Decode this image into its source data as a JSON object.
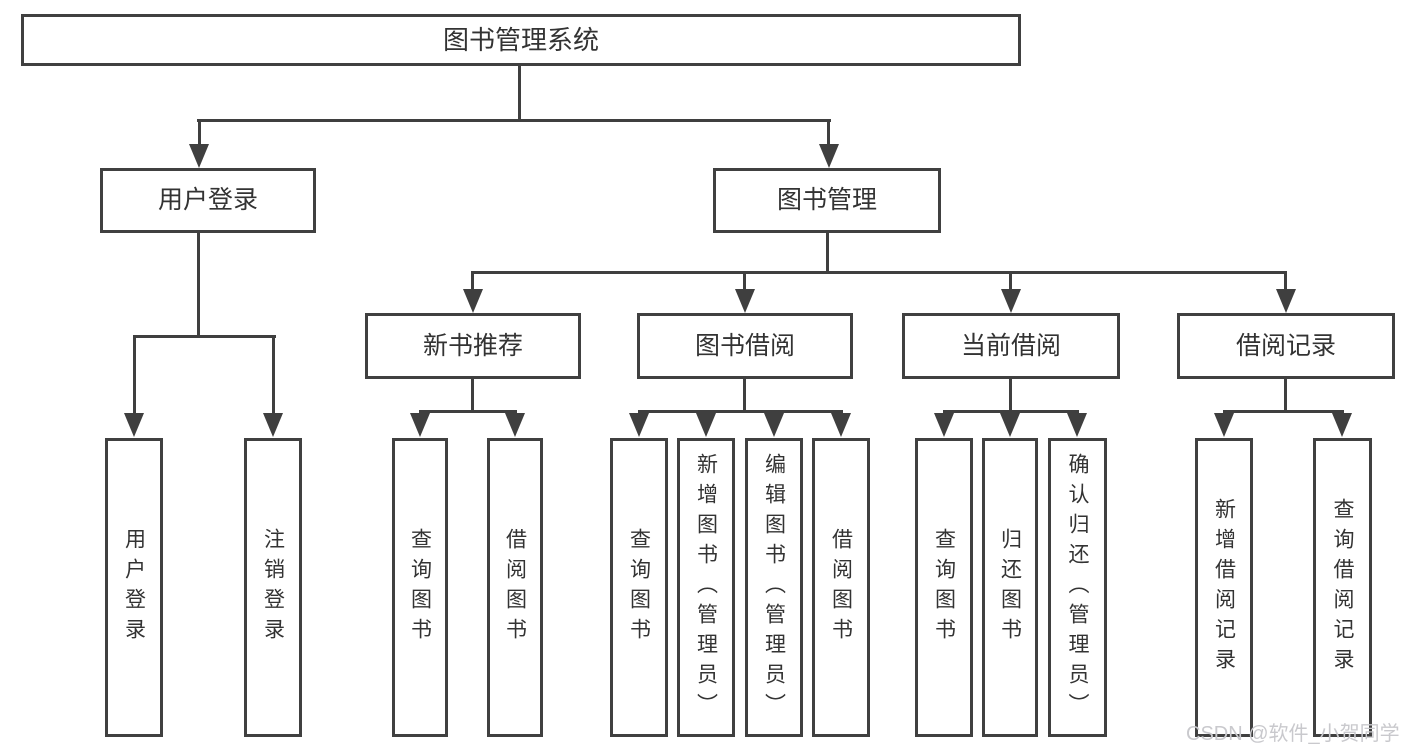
{
  "nodes": {
    "root": {
      "label": "图书管理系统"
    },
    "user_login": {
      "label": "用户登录"
    },
    "book_mgmt": {
      "label": "图书管理"
    },
    "new_book_rec": {
      "label": "新书推荐"
    },
    "book_borrow": {
      "label": "图书借阅"
    },
    "current_borrow": {
      "label": "当前借阅"
    },
    "borrow_record": {
      "label": "借阅记录"
    },
    "leaf_user_login": {
      "label": "用户登录"
    },
    "leaf_logout": {
      "label": "注销登录"
    },
    "leaf_nb_query": {
      "label": "查询图书"
    },
    "leaf_nb_borrow": {
      "label": "借阅图书"
    },
    "leaf_bb_query": {
      "label": "查询图书"
    },
    "leaf_bb_add": {
      "label": "新增图书（管理员）"
    },
    "leaf_bb_edit": {
      "label": "编辑图书（管理员）"
    },
    "leaf_bb_borrow": {
      "label": "借阅图书"
    },
    "leaf_cb_query": {
      "label": "查询图书"
    },
    "leaf_cb_return": {
      "label": "归还图书"
    },
    "leaf_cb_confirm": {
      "label": "确认归还（管理员）"
    },
    "leaf_br_add": {
      "label": "新增借阅记录"
    },
    "leaf_br_query": {
      "label": "查询借阅记录"
    }
  },
  "hierarchy": {
    "root": [
      "user_login",
      "book_mgmt"
    ],
    "user_login": [
      "leaf_user_login",
      "leaf_logout"
    ],
    "book_mgmt": [
      "new_book_rec",
      "book_borrow",
      "current_borrow",
      "borrow_record"
    ],
    "new_book_rec": [
      "leaf_nb_query",
      "leaf_nb_borrow"
    ],
    "book_borrow": [
      "leaf_bb_query",
      "leaf_bb_add",
      "leaf_bb_edit",
      "leaf_bb_borrow"
    ],
    "current_borrow": [
      "leaf_cb_query",
      "leaf_cb_return",
      "leaf_cb_confirm"
    ],
    "borrow_record": [
      "leaf_br_add",
      "leaf_br_query"
    ]
  },
  "watermark": {
    "text": "CSDN @软件_小贺同学"
  },
  "colors": {
    "background": "#ffffff",
    "line": "#3f3f3f",
    "box_border": "#404040",
    "box_fill": "#ffffff",
    "text": "#333333",
    "watermark": "#c9c9cd"
  }
}
